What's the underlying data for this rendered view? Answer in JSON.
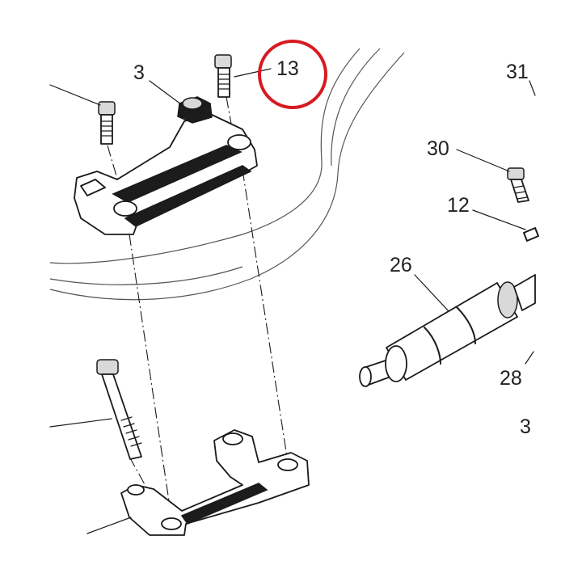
{
  "labels": {
    "p3": "3",
    "p13": "13",
    "p31": "31",
    "p30": "30",
    "p12": "12",
    "p26": "26",
    "p28": "28",
    "p3b": "3"
  },
  "colors": {
    "highlight": "#d71920",
    "ink": "#1a1a1a",
    "background": "#ffffff"
  }
}
